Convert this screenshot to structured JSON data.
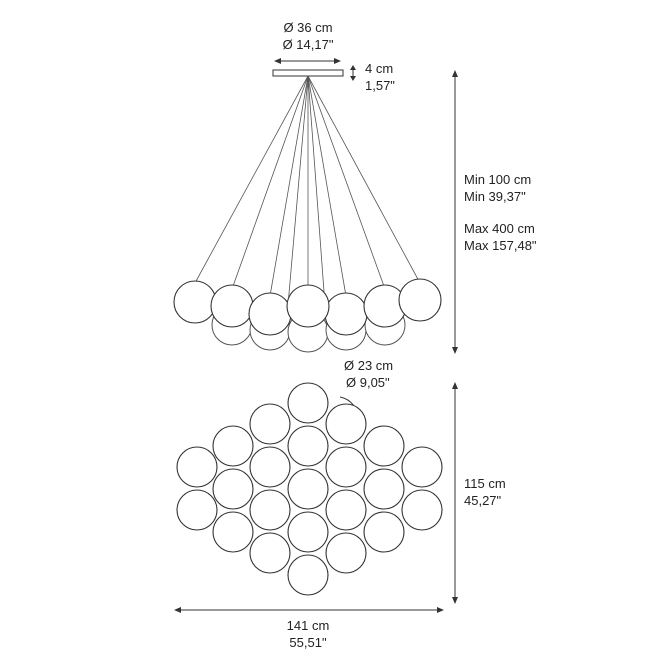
{
  "colors": {
    "line": "#333333",
    "text": "#222222",
    "background": "#ffffff"
  },
  "canopy": {
    "diameter_cm": "Ø 36 cm",
    "diameter_in": "Ø 14,17\"",
    "height_cm": "4 cm",
    "height_in": "1,57\""
  },
  "drop": {
    "min_cm": "Min 100 cm",
    "min_in": "Min 39,37\"",
    "max_cm": "Max 400 cm",
    "max_in": "Max 157,48\""
  },
  "sphere": {
    "diameter_cm": "Ø 23 cm",
    "diameter_in": "Ø 9,05\""
  },
  "plan": {
    "depth_cm": "115 cm",
    "depth_in": "45,27\"",
    "width_cm": "141 cm",
    "width_in": "55,51\""
  }
}
